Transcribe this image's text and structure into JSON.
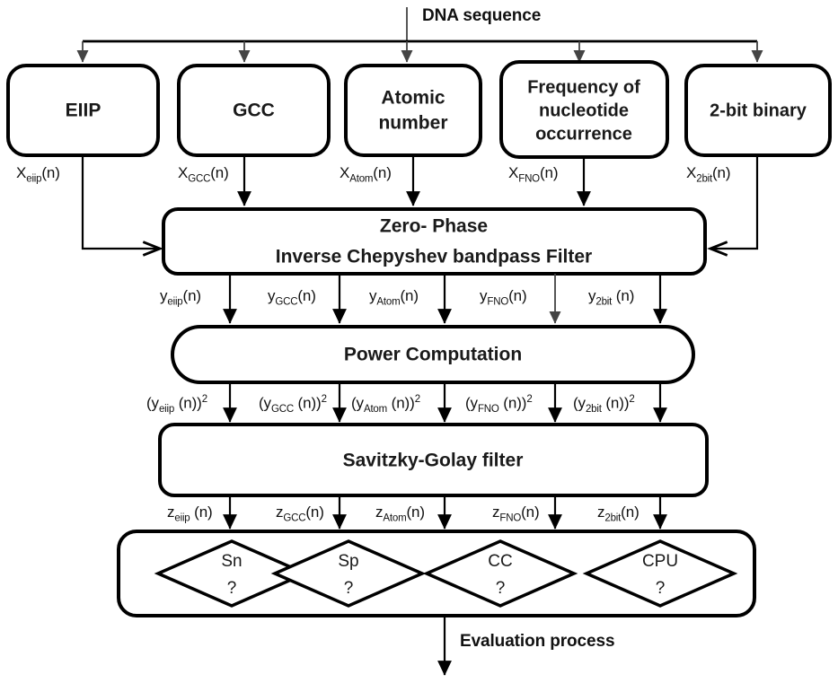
{
  "diagram": {
    "title": "DNA sequence",
    "footer_label": "Evaluation process",
    "encoding_boxes": [
      {
        "id": "eiip",
        "label": "EIIP",
        "lines": [
          "EIIP"
        ]
      },
      {
        "id": "gcc",
        "label": "GCC",
        "lines": [
          "GCC"
        ]
      },
      {
        "id": "atom",
        "label": "Atomic number",
        "lines": [
          "Atomic",
          "number"
        ]
      },
      {
        "id": "fno",
        "label": "Frequency of nucleotide occurrence",
        "lines": [
          "Frequency of",
          "nucleotide",
          "occurrence"
        ]
      },
      {
        "id": "2bit",
        "label": "2-bit binary",
        "lines": [
          "2-bit binary"
        ]
      }
    ],
    "filter_block": {
      "line1": "Zero- Phase",
      "line2": "Inverse Chepyshev bandpass Filter"
    },
    "power_block": {
      "label": "Power Computation"
    },
    "smoothing_block": {
      "label": "Savitzky-Golay filter"
    },
    "metrics": [
      {
        "id": "sn",
        "label": "Sn",
        "query": "?"
      },
      {
        "id": "sp",
        "label": "Sp",
        "query": "?"
      },
      {
        "id": "cc",
        "label": "CC",
        "query": "?"
      },
      {
        "id": "cpu",
        "label": "CPU",
        "query": "?"
      }
    ],
    "signal_labels_x": [
      {
        "base": "X",
        "sub": "eiip",
        "tail": "(n)"
      },
      {
        "base": "X",
        "sub": "GCC",
        "tail": "(n)"
      },
      {
        "base": "X",
        "sub": "Atom",
        "tail": "(n)"
      },
      {
        "base": "X",
        "sub": "FNO",
        "tail": "(n)"
      },
      {
        "base": "X",
        "sub": "2bit",
        "tail": "(n)"
      }
    ],
    "signal_labels_y": [
      {
        "base": "y",
        "sub": "eiip",
        "tail": "(n)"
      },
      {
        "base": "y",
        "sub": "GCC",
        "tail": "(n)"
      },
      {
        "base": "y",
        "sub": "Atom",
        "tail": "(n)"
      },
      {
        "base": "y",
        "sub": "FNO",
        "tail": "(n)"
      },
      {
        "base": "y",
        "sub": "2bit",
        "tail": " (n)"
      }
    ],
    "signal_labels_power": [
      {
        "pre": "(y",
        "sub": "eiip",
        "mid": " (n))",
        "sup": "2"
      },
      {
        "pre": "(y",
        "sub": "GCC",
        "mid": " (n))",
        "sup": "2"
      },
      {
        "pre": "(y",
        "sub": "Atom",
        "mid": " (n))",
        "sup": "2"
      },
      {
        "pre": "(y",
        "sub": "FNO",
        "mid": " (n))",
        "sup": "2"
      },
      {
        "pre": "(y",
        "sub": "2bit",
        "mid": " (n))",
        "sup": "2"
      }
    ],
    "signal_labels_z": [
      {
        "base": "z",
        "sub": "eiip",
        "tail": " (n)"
      },
      {
        "base": "z",
        "sub": "GCC",
        "tail": "(n)"
      },
      {
        "base": "z",
        "sub": "Atom",
        "tail": "(n)"
      },
      {
        "base": "z",
        "sub": "FNO",
        "tail": "(n)"
      },
      {
        "base": "z",
        "sub": "2bit",
        "tail": "(n)"
      }
    ],
    "colors": {
      "stroke": "#000000",
      "text": "#1a1a1a",
      "background": "#ffffff",
      "thin_connector": "#444444"
    }
  }
}
